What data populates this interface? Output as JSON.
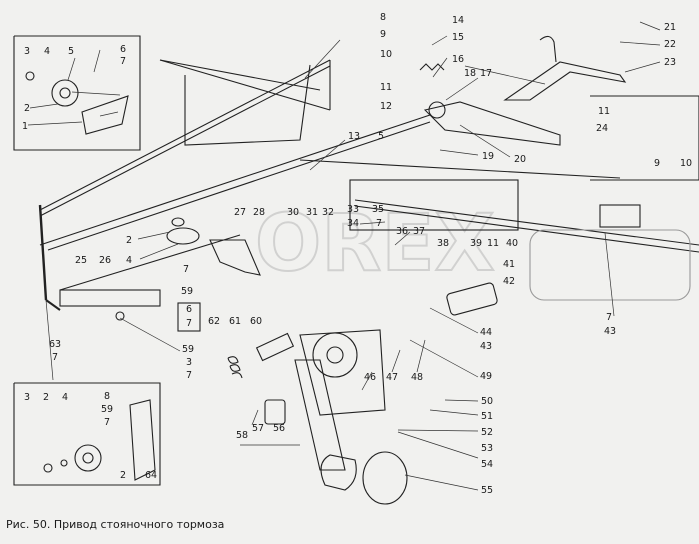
{
  "caption": "Рис. 50. Привод стояночного тормоза",
  "watermark": "OREX",
  "callouts": [
    {
      "id": "c3a",
      "text": "3"
    },
    {
      "id": "c4a",
      "text": "4"
    },
    {
      "id": "c5a",
      "text": "5"
    },
    {
      "id": "c6a",
      "text": "6"
    },
    {
      "id": "c7a",
      "text": "7"
    },
    {
      "id": "c2a",
      "text": "2"
    },
    {
      "id": "c1a",
      "text": "1"
    },
    {
      "id": "c8a",
      "text": "8"
    },
    {
      "id": "c9a",
      "text": "9"
    },
    {
      "id": "c10a",
      "text": "10"
    },
    {
      "id": "c11a",
      "text": "11"
    },
    {
      "id": "c12a",
      "text": "12"
    },
    {
      "id": "c14",
      "text": "14"
    },
    {
      "id": "c15",
      "text": "15"
    },
    {
      "id": "c16",
      "text": "16"
    },
    {
      "id": "c18",
      "text": "18"
    },
    {
      "id": "c17",
      "text": "17"
    },
    {
      "id": "c19",
      "text": "19"
    },
    {
      "id": "c20",
      "text": "20"
    },
    {
      "id": "c21",
      "text": "21"
    },
    {
      "id": "c22",
      "text": "22"
    },
    {
      "id": "c23",
      "text": "23"
    },
    {
      "id": "c11b",
      "text": "11"
    },
    {
      "id": "c24",
      "text": "24"
    },
    {
      "id": "c9b",
      "text": "9"
    },
    {
      "id": "c10b",
      "text": "10"
    },
    {
      "id": "c13",
      "text": "13"
    },
    {
      "id": "c5b",
      "text": "5"
    },
    {
      "id": "c27",
      "text": "27"
    },
    {
      "id": "c28",
      "text": "28"
    },
    {
      "id": "c30",
      "text": "30"
    },
    {
      "id": "c31",
      "text": "31"
    },
    {
      "id": "c32",
      "text": "32"
    },
    {
      "id": "c33",
      "text": "33"
    },
    {
      "id": "c34",
      "text": "34"
    },
    {
      "id": "c35",
      "text": "35"
    },
    {
      "id": "c7b",
      "text": "7"
    },
    {
      "id": "c36",
      "text": "36"
    },
    {
      "id": "c37",
      "text": "37"
    },
    {
      "id": "c38",
      "text": "38"
    },
    {
      "id": "c39",
      "text": "39"
    },
    {
      "id": "c11c",
      "text": "11"
    },
    {
      "id": "c40",
      "text": "40"
    },
    {
      "id": "c41",
      "text": "41"
    },
    {
      "id": "c42",
      "text": "42"
    },
    {
      "id": "c2b",
      "text": "2"
    },
    {
      "id": "c4b",
      "text": "4"
    },
    {
      "id": "c25",
      "text": "25"
    },
    {
      "id": "c26",
      "text": "26"
    },
    {
      "id": "c7c",
      "text": "7"
    },
    {
      "id": "c59a",
      "text": "59"
    },
    {
      "id": "c6b",
      "text": "6"
    },
    {
      "id": "c7d",
      "text": "7"
    },
    {
      "id": "c63",
      "text": "63"
    },
    {
      "id": "c7e",
      "text": "7"
    },
    {
      "id": "c59b",
      "text": "59"
    },
    {
      "id": "c3b",
      "text": "3"
    },
    {
      "id": "c7f",
      "text": "7"
    },
    {
      "id": "c62",
      "text": "62"
    },
    {
      "id": "c61",
      "text": "61"
    },
    {
      "id": "c60",
      "text": "60"
    },
    {
      "id": "c44",
      "text": "44"
    },
    {
      "id": "c43a",
      "text": "43"
    },
    {
      "id": "c7g",
      "text": "7"
    },
    {
      "id": "c43b",
      "text": "43"
    },
    {
      "id": "c46",
      "text": "46"
    },
    {
      "id": "c47",
      "text": "47"
    },
    {
      "id": "c48",
      "text": "48"
    },
    {
      "id": "c49",
      "text": "49"
    },
    {
      "id": "c50",
      "text": "50"
    },
    {
      "id": "c51",
      "text": "51"
    },
    {
      "id": "c52",
      "text": "52"
    },
    {
      "id": "c53",
      "text": "53"
    },
    {
      "id": "c54",
      "text": "54"
    },
    {
      "id": "c55",
      "text": "55"
    },
    {
      "id": "c58",
      "text": "58"
    },
    {
      "id": "c57",
      "text": "57"
    },
    {
      "id": "c56",
      "text": "56"
    },
    {
      "id": "c3c",
      "text": "3"
    },
    {
      "id": "c2c",
      "text": "2"
    },
    {
      "id": "c4c",
      "text": "4"
    },
    {
      "id": "c8b",
      "text": "8"
    },
    {
      "id": "c59c",
      "text": "59"
    },
    {
      "id": "c7h",
      "text": "7"
    },
    {
      "id": "c2d",
      "text": "2"
    },
    {
      "id": "c64",
      "text": "64"
    }
  ]
}
